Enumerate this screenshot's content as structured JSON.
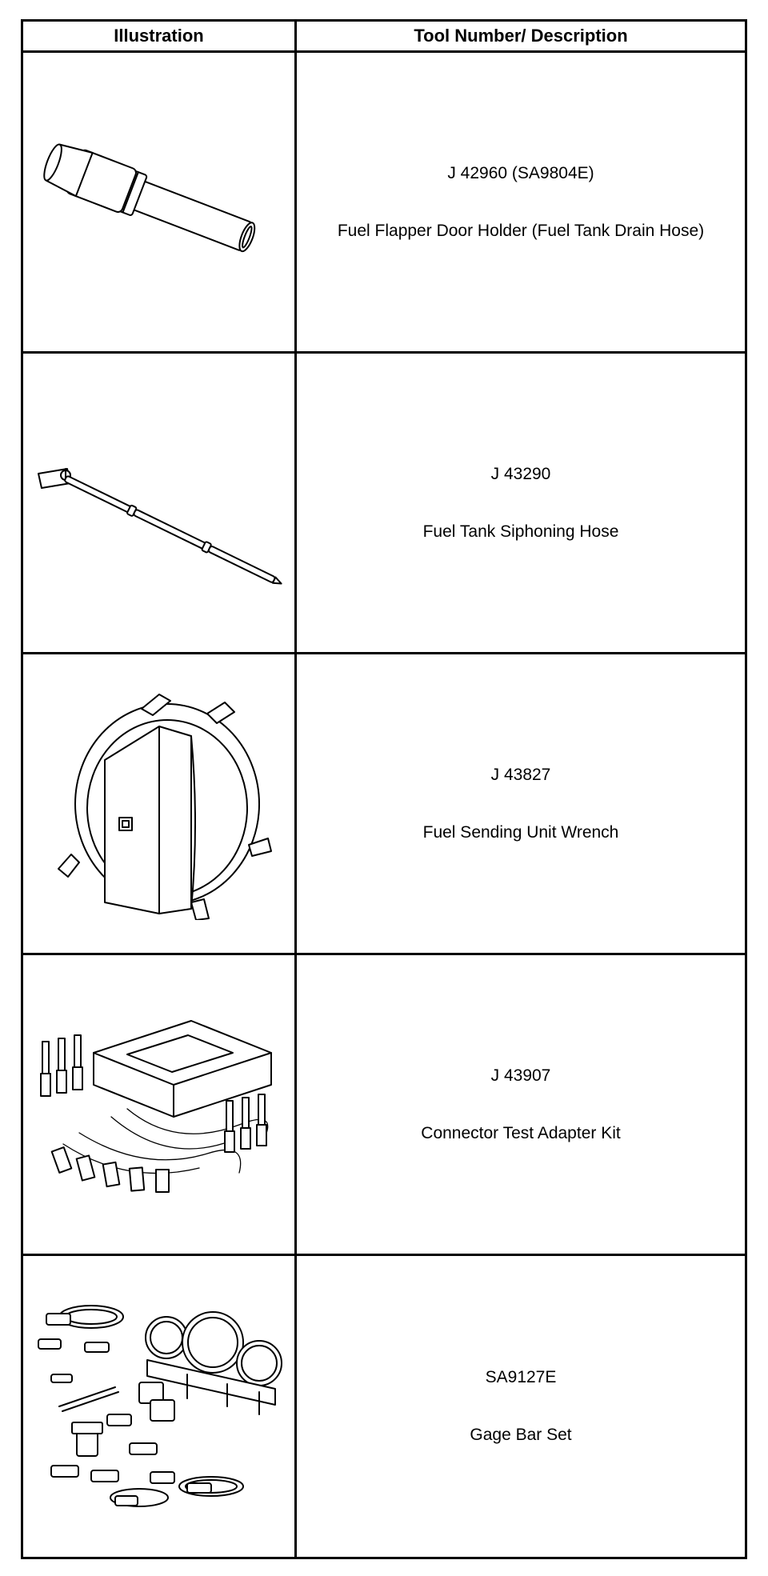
{
  "table": {
    "headers": {
      "illustration": "Illustration",
      "tool_description": "Tool Number/ Description"
    },
    "rows": [
      {
        "tool_number": "J 42960 (SA9804E)",
        "description": "Fuel Flapper Door Holder (Fuel Tank Drain Hose)",
        "icon": "flapper-door-holder-icon"
      },
      {
        "tool_number": "J 43290",
        "description": "Fuel Tank Siphoning Hose",
        "icon": "siphoning-hose-icon"
      },
      {
        "tool_number": "J 43827",
        "description": "Fuel Sending Unit Wrench",
        "icon": "sending-unit-wrench-icon"
      },
      {
        "tool_number": "J 43907",
        "description": "Connector Test Adapter Kit",
        "icon": "test-adapter-kit-icon"
      },
      {
        "tool_number": "SA9127E",
        "description": "Gage Bar Set",
        "icon": "gage-bar-set-icon"
      }
    ]
  }
}
